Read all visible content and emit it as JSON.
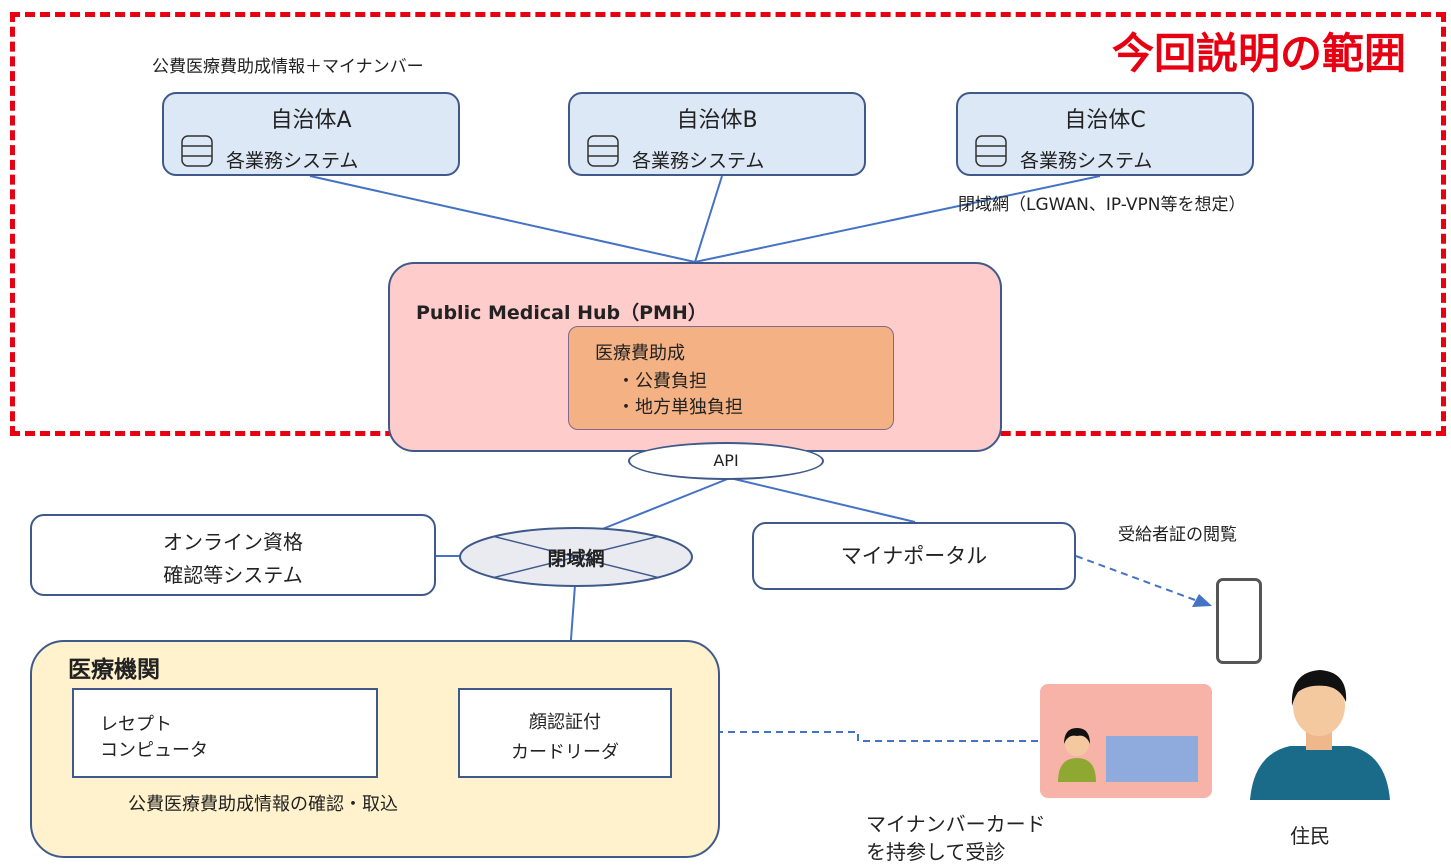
{
  "scope_label": "今回説明の範囲",
  "top_caption": "公費医療費助成情報＋マイナンバー",
  "municipalities": [
    {
      "name": "自治体A",
      "system": "各業務システム"
    },
    {
      "name": "自治体B",
      "system": "各業務システム"
    },
    {
      "name": "自治体C",
      "system": "各業務システム"
    }
  ],
  "closed_network_note": "閉域網（LGWAN、IP-VPN等を想定）",
  "pmh": {
    "title": "Public Medical Hub（PMH）",
    "inner_title": "医療費助成",
    "items": [
      "・公費負担",
      "・地方単独負担"
    ]
  },
  "api_label": "API",
  "online_system": [
    "オンライン資格",
    "確認等システム"
  ],
  "closed_network": "閉域網",
  "mynaportal": "マイナポータル",
  "certificate_view": "受給者証の閲覧",
  "medical_institution": "医療機関",
  "receipt_computer": [
    "レセプト",
    "コンピュータ"
  ],
  "card_reader": [
    "顔認証付",
    "カードリーダ"
  ],
  "confirm_caption": "公費医療費助成情報の確認・取込",
  "mynumber_card_caption": [
    "マイナンバーカード",
    "を持参して受診"
  ],
  "resident": "住民",
  "colors": {
    "scope_red": "#e60012",
    "line_blue": "#4472c4",
    "border_navy": "#3f5a8a",
    "muni_fill": "#dce8f5",
    "pmh_fill": "#ffcccc",
    "inner_fill": "#f4b183",
    "medical_fill": "#fff2cc",
    "card_fill": "#f8b3a8",
    "resident_body": "#1a6b8a"
  }
}
